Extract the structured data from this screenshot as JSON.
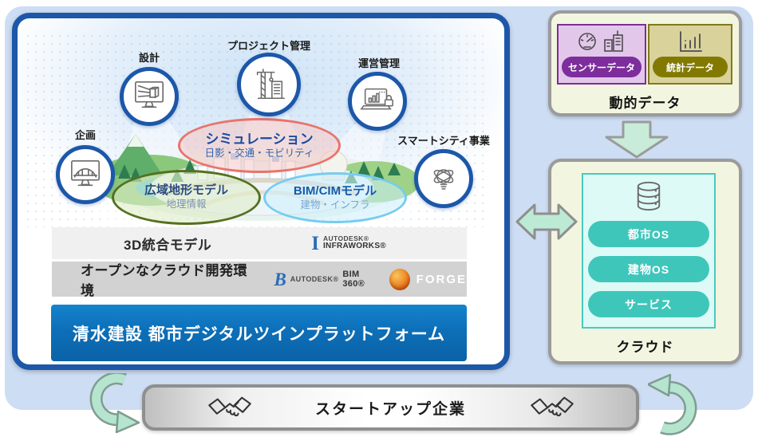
{
  "platform": {
    "process_nodes": [
      {
        "id": "planning",
        "label": "企画"
      },
      {
        "id": "design",
        "label": "設計"
      },
      {
        "id": "project-management",
        "label": "プロジェクト管理"
      },
      {
        "id": "operation-management",
        "label": "運営管理"
      },
      {
        "id": "smart-city-business",
        "label": "スマートシティ事業"
      }
    ],
    "model_ovals": [
      {
        "id": "simulation",
        "title": "シミュレーション",
        "subtitle": "日影・交通・モビリティ",
        "border_color": "#e8746b"
      },
      {
        "id": "terrain",
        "title": "広域地形モデル",
        "subtitle": "地理情報",
        "border_color": "#55701f"
      },
      {
        "id": "bim-cim",
        "title": "BIM/CIMモデル",
        "subtitle": "建物・インフラ",
        "border_color": "#76ccf0"
      }
    ],
    "integration_bar": {
      "label": "3D統合モデル",
      "logo": {
        "brand": "AUTODESK®",
        "product": "INFRAWORKS®"
      }
    },
    "cloud_env_bar": {
      "label": "オープンなクラウド開発環境",
      "bim360": {
        "brand": "AUTODESK®",
        "product": "BIM 360®"
      },
      "forge": {
        "label": "FORGE"
      }
    },
    "title_bar": {
      "label": "清水建設 都市デジタルツインプラットフォーム"
    }
  },
  "dynamic_data_box": {
    "title": "動的データ",
    "panels": [
      {
        "id": "sensor",
        "label": "センサーデータ"
      },
      {
        "id": "statistics",
        "label": "統計データ"
      }
    ]
  },
  "cloud_box": {
    "title": "クラウド",
    "layers": [
      "都市OS",
      "建物OS",
      "サービス"
    ]
  },
  "startup_bar": {
    "label": "スタートアップ企業"
  },
  "colors": {
    "page_background": "#cdddf3",
    "panel_border": "#1c57a9",
    "title_bar_blue": "#0d6fb8",
    "teal_pill": "#3fc6bb",
    "purple_pill": "#7d2d9c",
    "olive_pill": "#827a00",
    "mint_arrow": "#bdead4",
    "oval_red": "#e8746b",
    "oval_green": "#55701f",
    "oval_blue": "#76ccf0"
  }
}
